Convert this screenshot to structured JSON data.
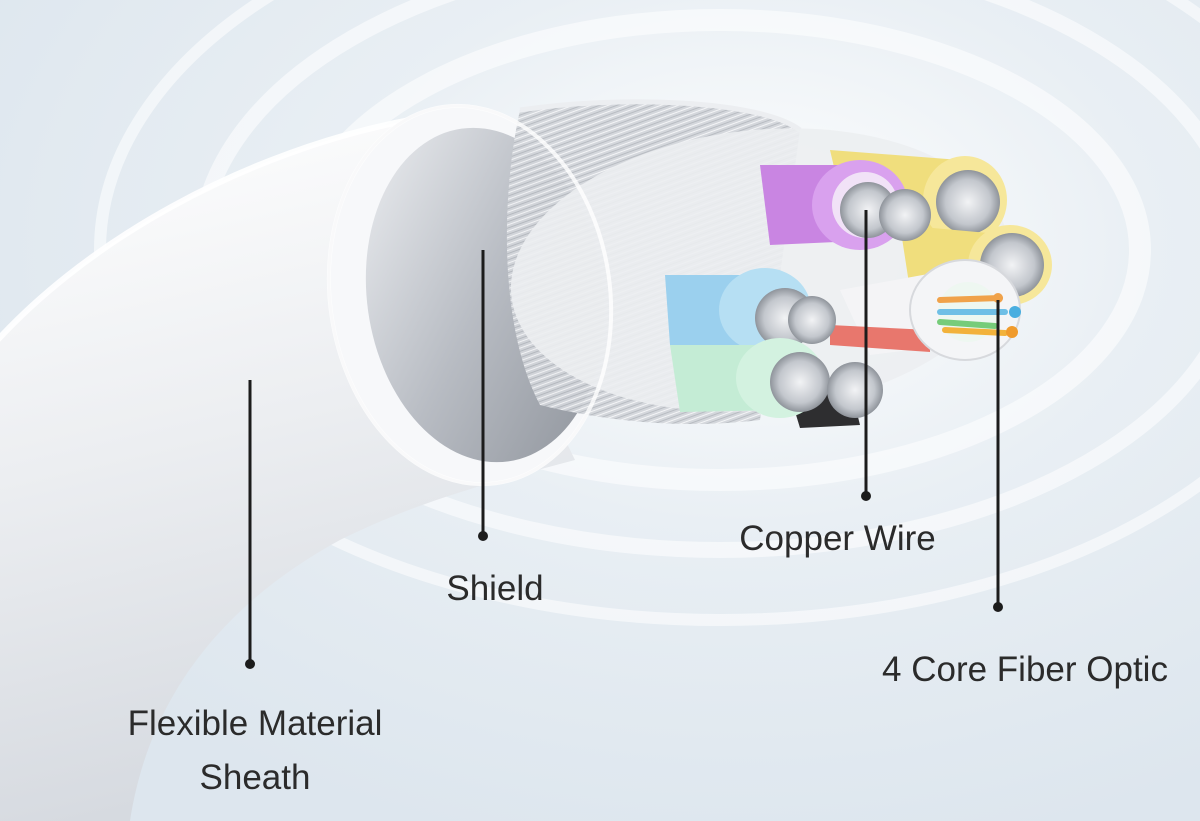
{
  "labels": {
    "sheath_line1": "Flexible Material",
    "sheath_line2": "Sheath",
    "shield": "Shield",
    "copper": "Copper Wire",
    "fiber": "4 Core Fiber Optic"
  },
  "colors": {
    "background": "#eef2f6",
    "jacket": "#f4f5f7",
    "shield_braid": "#c9ccd2",
    "core_purple": "#cf8ee6",
    "core_yellow": "#f3e389",
    "core_blue": "#9fd4ef",
    "core_green": "#c7ecd7",
    "core_red": "#e8776d",
    "core_white": "#f1f1f3",
    "copper_strands": "#c9ccd1",
    "callout_line": "#1c1c1c"
  }
}
